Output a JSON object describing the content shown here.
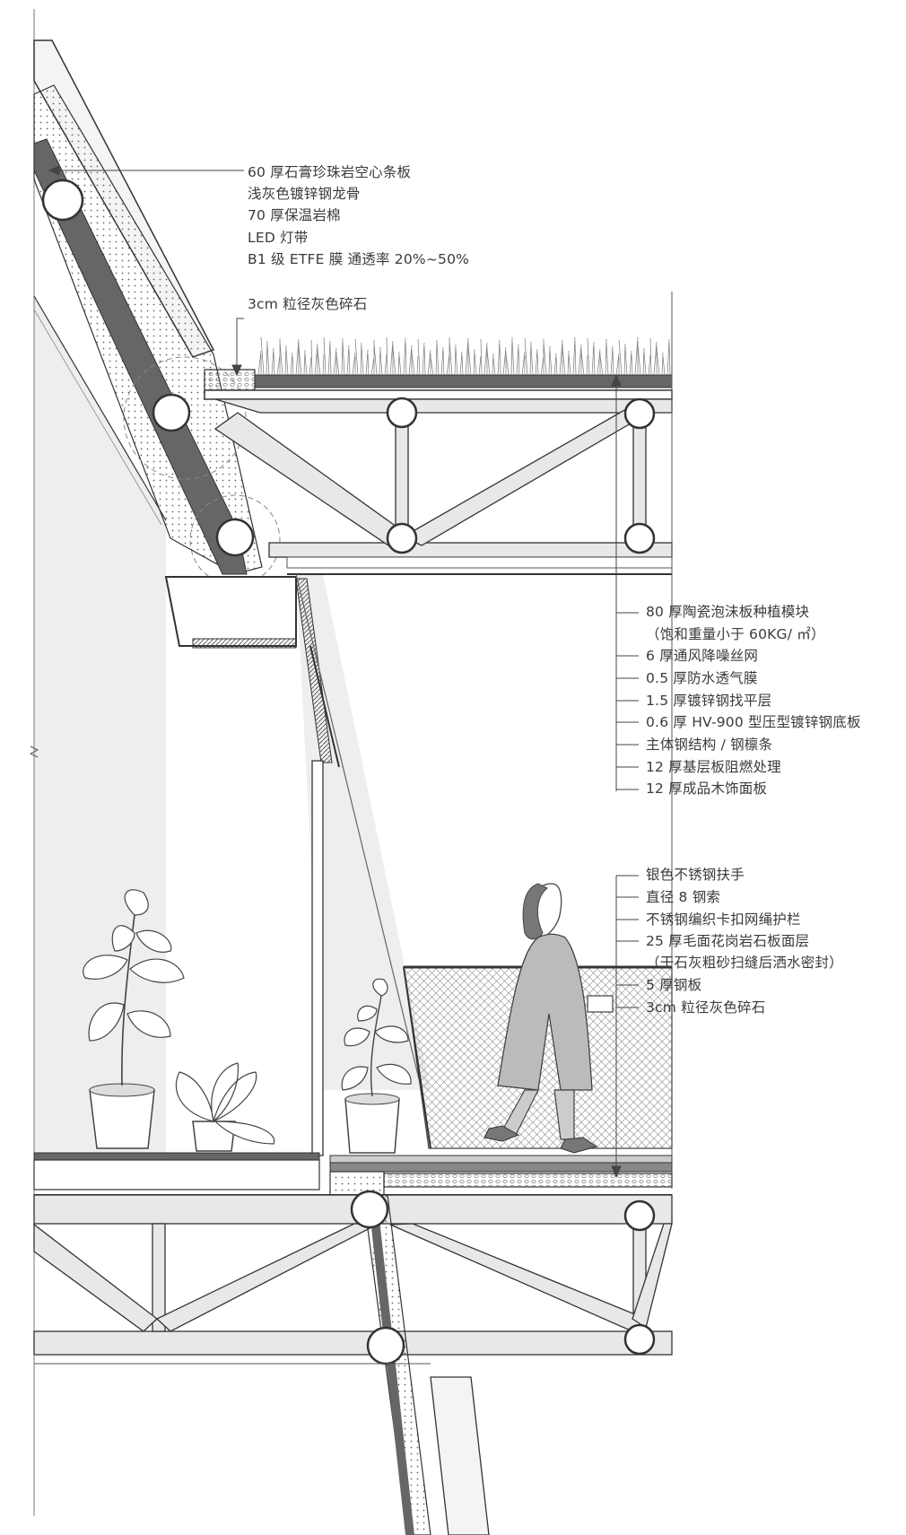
{
  "callouts": {
    "roof_wall": [
      "60 厚石膏珍珠岩空心条板",
      "浅灰色镀锌钢龙骨",
      "70 厚保温岩棉",
      "LED 灯带",
      "B1 级 ETFE 膜  通透率 20%~50%"
    ],
    "gravel_top": "3cm 粒径灰色碎石",
    "green_roof": [
      "80 厚陶瓷泡沫板种植模块",
      "（饱和重量小于 60KG/ ㎡）",
      "6 厚通风降噪丝网",
      "0.5 厚防水透气膜",
      "1.5 厚镀锌钢找平层",
      "0.6 厚 HV-900 型压型镀锌钢底板",
      "主体钢结构 / 钢檩条",
      "12 厚基层板阻燃处理",
      "12 厚成品木饰面板"
    ],
    "floor": [
      "银色不锈钢扶手",
      "直径 8 钢索",
      "不锈钢编织卡扣网绳护栏",
      "25 厚毛面花岗岩石板面层",
      "（干石灰粗砂扫缝后洒水密封）",
      "5 厚钢板",
      "3cm 粒径灰色碎石"
    ]
  },
  "colors": {
    "line": "#333333",
    "steel": "#e4e4e4",
    "fill": "#f2f2f2",
    "dark": "#555555"
  }
}
